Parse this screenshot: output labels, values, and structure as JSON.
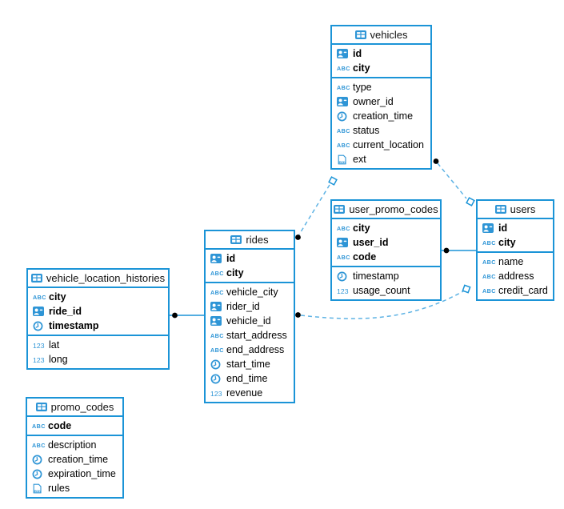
{
  "colors": {
    "primary": "#1b94d7",
    "icon": "#2e95d6",
    "dashed_link": "#5fb3e4",
    "dot": "#000000",
    "background": "#ffffff"
  },
  "tables": {
    "vehicles": {
      "title": "vehicles",
      "icon": "table-icon",
      "pk": [
        {
          "name": "id",
          "icon": "id-card-icon"
        },
        {
          "name": "city",
          "icon": "string-icon"
        }
      ],
      "cols": [
        {
          "name": "type",
          "icon": "string-icon"
        },
        {
          "name": "owner_id",
          "icon": "id-card-icon"
        },
        {
          "name": "creation_time",
          "icon": "clock-icon"
        },
        {
          "name": "status",
          "icon": "string-icon"
        },
        {
          "name": "current_location",
          "icon": "string-icon"
        },
        {
          "name": "ext",
          "icon": "json-icon"
        }
      ]
    },
    "user_promo_codes": {
      "title": "user_promo_codes",
      "icon": "table-icon",
      "pk": [
        {
          "name": "city",
          "icon": "string-icon"
        },
        {
          "name": "user_id",
          "icon": "id-card-icon"
        },
        {
          "name": "code",
          "icon": "string-icon"
        }
      ],
      "cols": [
        {
          "name": "timestamp",
          "icon": "clock-icon"
        },
        {
          "name": "usage_count",
          "icon": "number-icon"
        }
      ]
    },
    "users": {
      "title": "users",
      "icon": "table-icon",
      "pk": [
        {
          "name": "id",
          "icon": "id-card-icon"
        },
        {
          "name": "city",
          "icon": "string-icon"
        }
      ],
      "cols": [
        {
          "name": "name",
          "icon": "string-icon"
        },
        {
          "name": "address",
          "icon": "string-icon"
        },
        {
          "name": "credit_card",
          "icon": "string-icon"
        }
      ]
    },
    "rides": {
      "title": "rides",
      "icon": "table-icon",
      "pk": [
        {
          "name": "id",
          "icon": "id-card-icon"
        },
        {
          "name": "city",
          "icon": "string-icon"
        }
      ],
      "cols": [
        {
          "name": "vehicle_city",
          "icon": "string-icon"
        },
        {
          "name": "rider_id",
          "icon": "id-card-icon"
        },
        {
          "name": "vehicle_id",
          "icon": "id-card-icon"
        },
        {
          "name": "start_address",
          "icon": "string-icon"
        },
        {
          "name": "end_address",
          "icon": "string-icon"
        },
        {
          "name": "start_time",
          "icon": "clock-icon"
        },
        {
          "name": "end_time",
          "icon": "clock-icon"
        },
        {
          "name": "revenue",
          "icon": "number-icon"
        }
      ]
    },
    "vehicle_location_histories": {
      "title": "vehicle_location_histories",
      "icon": "table-icon",
      "pk": [
        {
          "name": "city",
          "icon": "string-icon"
        },
        {
          "name": "ride_id",
          "icon": "id-card-icon"
        },
        {
          "name": "timestamp",
          "icon": "clock-icon"
        }
      ],
      "cols": [
        {
          "name": "lat",
          "icon": "number-icon"
        },
        {
          "name": "long",
          "icon": "number-icon"
        }
      ]
    },
    "promo_codes": {
      "title": "promo_codes",
      "icon": "table-icon",
      "pk": [
        {
          "name": "code",
          "icon": "string-icon"
        }
      ],
      "cols": [
        {
          "name": "description",
          "icon": "string-icon"
        },
        {
          "name": "creation_time",
          "icon": "clock-icon"
        },
        {
          "name": "expiration_time",
          "icon": "clock-icon"
        },
        {
          "name": "rules",
          "icon": "json-icon"
        }
      ]
    }
  },
  "relations": [
    {
      "from": "vehicle_location_histories",
      "to": "rides",
      "style": "solid"
    },
    {
      "from": "user_promo_codes",
      "to": "users",
      "style": "solid"
    },
    {
      "from": "vehicles",
      "to": "users",
      "style": "dashed"
    },
    {
      "from": "rides",
      "to": "vehicles",
      "style": "dashed"
    },
    {
      "from": "rides",
      "to": "users",
      "style": "dashed"
    }
  ]
}
